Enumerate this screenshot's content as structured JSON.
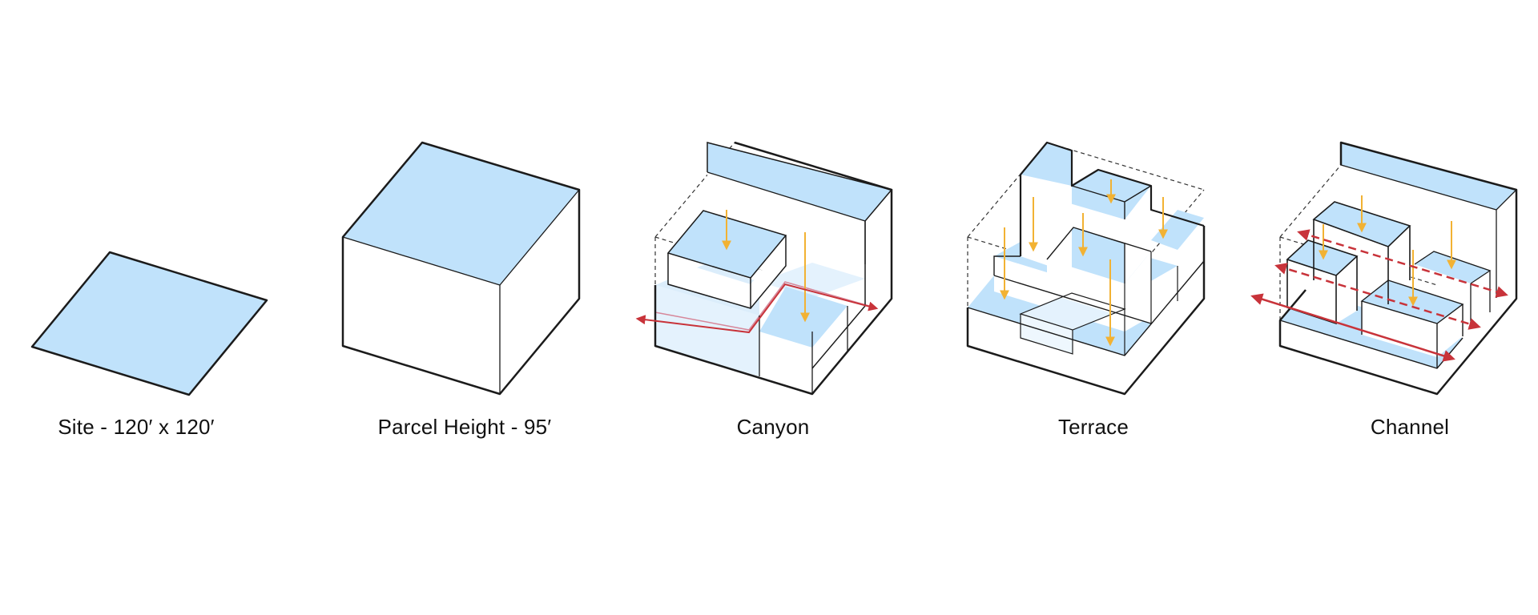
{
  "colors": {
    "roof": "#c0e2fb",
    "void": "#e4f2fd",
    "outline": "#1b1b1b",
    "light_arrow": "#f2b233",
    "wind_arrow": "#c8333a"
  },
  "diagrams": [
    {
      "id": "site",
      "caption": "Site - 120′ x 120′"
    },
    {
      "id": "parcel",
      "caption": "Parcel Height - 95′"
    },
    {
      "id": "canyon",
      "caption": "Canyon"
    },
    {
      "id": "terrace",
      "caption": "Terrace"
    },
    {
      "id": "channel",
      "caption": "Channel"
    }
  ]
}
